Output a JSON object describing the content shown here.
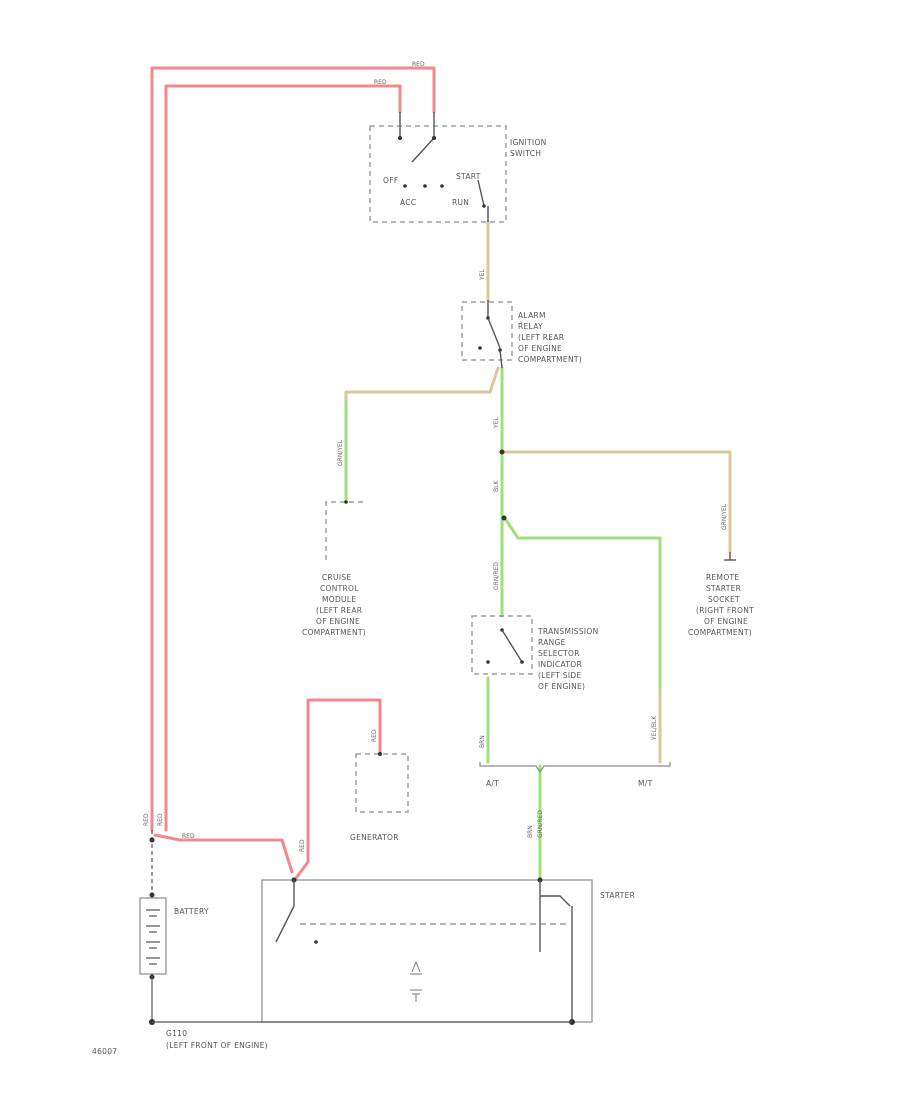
{
  "colors": {
    "red_wire": "#f08a8a",
    "green_wire": "#9ee07a",
    "tan_wire": "#d8c79a",
    "outline": "#8a8a8a"
  },
  "ignition_switch": {
    "title_line1": "IGNITION",
    "title_line2": "SWITCH",
    "pos_off": "OFF",
    "pos_start": "START",
    "pos_acc": "ACC",
    "pos_run": "RUN"
  },
  "alarm_relay": {
    "line1": "ALARM",
    "line2": "RELAY",
    "line3": "(LEFT REAR",
    "line4": "OF ENGINE",
    "line5": "COMPARTMENT)"
  },
  "cruise_control": {
    "line1": "CRUISE",
    "line2": "CONTROL",
    "line3": "MODULE",
    "line4": "(LEFT REAR",
    "line5": "OF ENGINE",
    "line6": "COMPARTMENT)"
  },
  "remote_starter": {
    "line1": "REMOTE",
    "line2": "STARTER",
    "line3": "SOCKET",
    "line4": "(RIGHT FRONT",
    "line5": "OF ENGINE",
    "line6": "COMPARTMENT)"
  },
  "transmission_switch": {
    "line1": "TRANSMISSION",
    "line2": "RANGE",
    "line3": "SELECTOR",
    "line4": "INDICATOR",
    "line5": "(LEFT SIDE",
    "line6": "OF ENGINE)"
  },
  "branch": {
    "at": "A/T",
    "mt": "M/T"
  },
  "generator": {
    "label": "GENERATOR"
  },
  "battery": {
    "label": "BATTERY"
  },
  "starter": {
    "label": "STARTER"
  },
  "ground": {
    "line1": "G110",
    "line2": "(LEFT FRONT OF ENGINE)"
  },
  "footer": {
    "code": "46007"
  },
  "wires": {
    "red": "RED",
    "grn_yel": "GRN/YEL",
    "grn_yel_2": "GRN/YEL",
    "grn_red": "GRN/RED",
    "grn_red_2": "GRN/RED",
    "brn": "BRN",
    "brn_2": "BRN",
    "yel_blk": "YEL/BLK",
    "blk": "BLK",
    "yel": "YEL",
    "yel_2": "YEL"
  }
}
